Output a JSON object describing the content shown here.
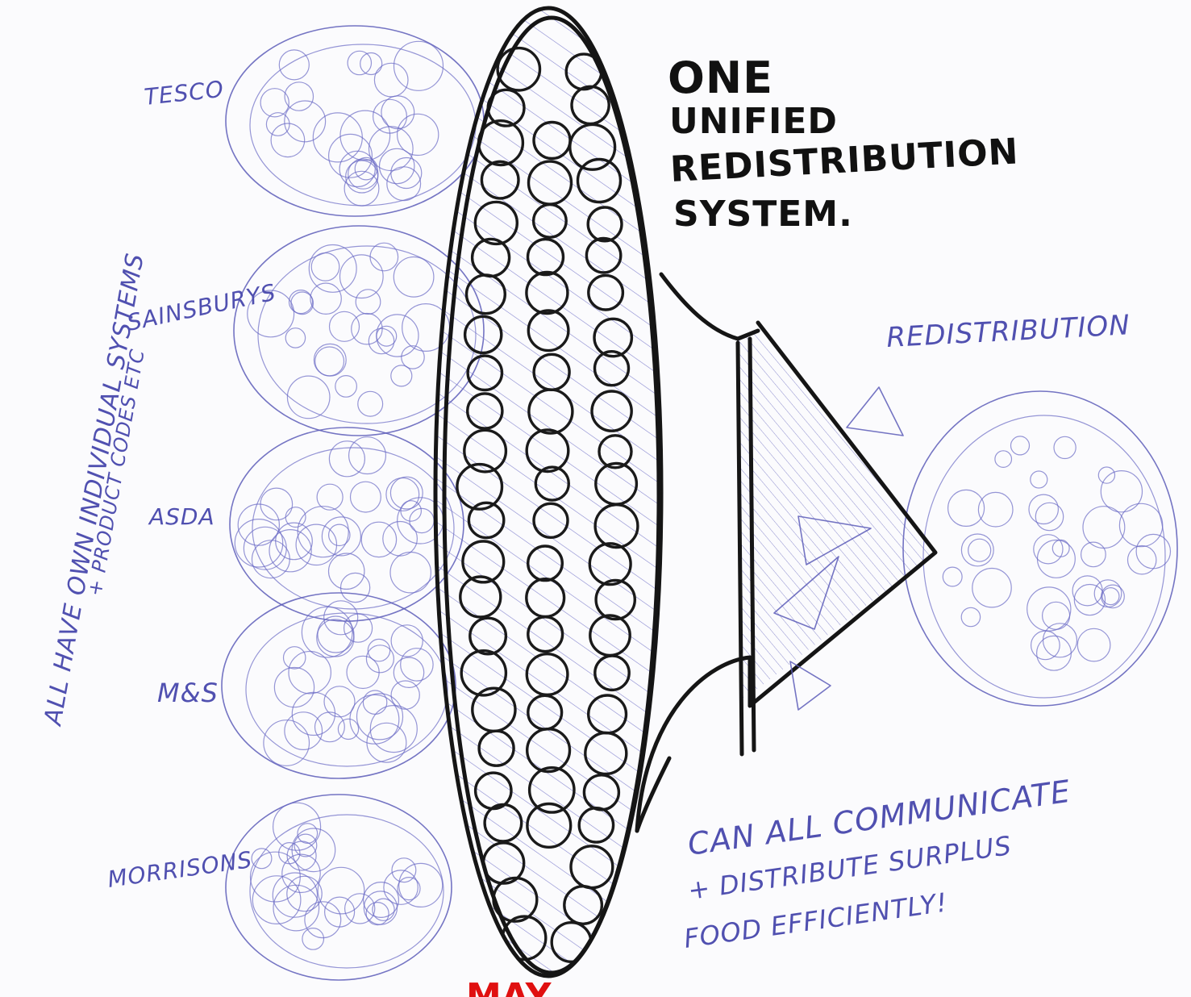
{
  "diagram": {
    "stores": [
      {
        "id": "tesco",
        "label": "TESCO"
      },
      {
        "id": "sainsburys",
        "label": "SAINSBURYS"
      },
      {
        "id": "asda",
        "label": "ASDA"
      },
      {
        "id": "mands",
        "label": "M&S"
      },
      {
        "id": "morrisons",
        "label": "MORRISONS"
      }
    ],
    "left_note_line1": "ALL HAVE OWN INDIVIDUAL SYSTEMS",
    "left_note_line2": "+ PRODUCT CODES ETC",
    "center_title_line1": "ONE",
    "center_title_line2": "UNIFIED",
    "center_title_line3": "REDISTRIBUTION",
    "center_title_line4": "SYSTEM.",
    "right_label": "REDISTRIBUTION",
    "bottom_note_line1": "CAN ALL COMMUNICATE",
    "bottom_note_line2": "+ DISTRIBUTE SURPLUS",
    "bottom_note_line3": "FOOD EFFICIENTLY!",
    "bottom_red_fragment": "MAY",
    "colors": {
      "pen": "#5c5cb8",
      "marker": "#151515",
      "red": "#e01010",
      "paper": "#fbfbfd"
    }
  }
}
